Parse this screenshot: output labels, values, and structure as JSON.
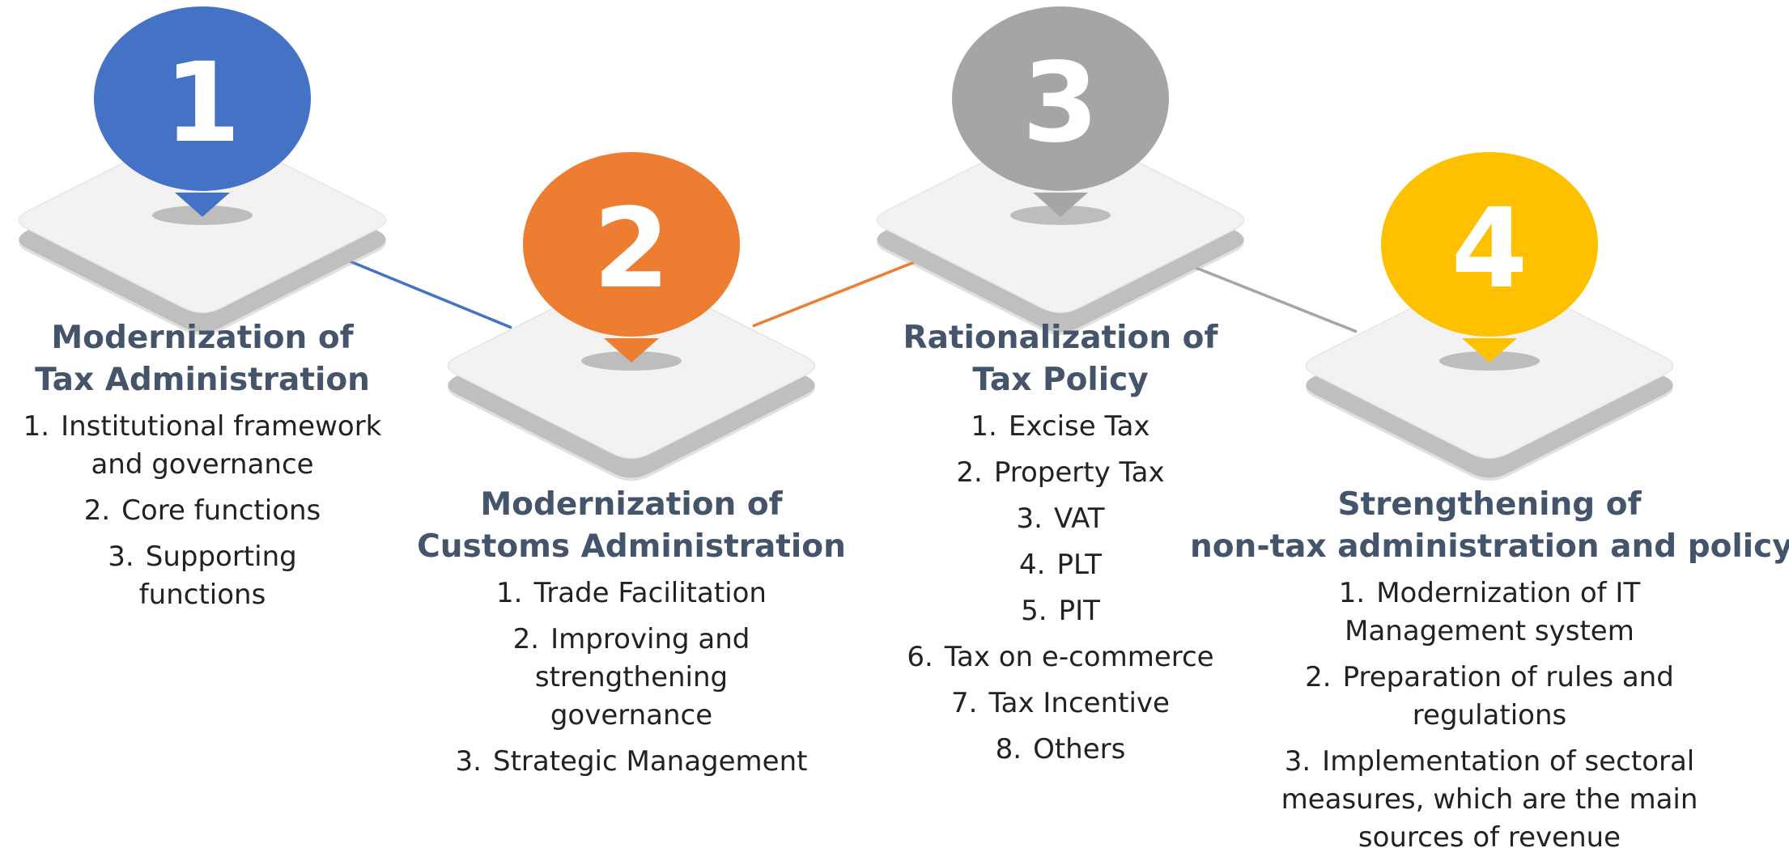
{
  "colors": {
    "pillar1": "#4472c4",
    "pillar2": "#ed7d31",
    "pillar3": "#a5a5a5",
    "pillar4": "#ffc000",
    "title": "#44546a",
    "platform_top": "#f2f2f2",
    "platform_side": "#bfbfbf",
    "platform_shadow": "#a6a6a6"
  },
  "pillars": [
    {
      "number": "1",
      "color": "#4472c4",
      "title_lines": [
        "Modernization of",
        "Tax Administration"
      ],
      "items": [
        {
          "num": "1.",
          "text": "Institutional framework and governance"
        },
        {
          "num": "2.",
          "text": "Core functions"
        },
        {
          "num": "3.",
          "text": "Supporting functions"
        }
      ]
    },
    {
      "number": "2",
      "color": "#ed7d31",
      "title_lines": [
        "Modernization of",
        "Customs Administration"
      ],
      "items": [
        {
          "num": "1.",
          "text": "Trade Facilitation"
        },
        {
          "num": "2.",
          "text": "Improving and strengthening governance"
        },
        {
          "num": "3.",
          "text": "Strategic Management"
        }
      ]
    },
    {
      "number": "3",
      "color": "#a5a5a5",
      "title_lines": [
        "Rationalization of",
        "Tax Policy"
      ],
      "items": [
        {
          "num": "1.",
          "text": "Excise Tax"
        },
        {
          "num": "2.",
          "text": "Property Tax"
        },
        {
          "num": "3.",
          "text": "VAT"
        },
        {
          "num": "4.",
          "text": "PLT"
        },
        {
          "num": "5.",
          "text": "PIT"
        },
        {
          "num": "6.",
          "text": "Tax on e-commerce"
        },
        {
          "num": "7.",
          "text": "Tax Incentive"
        },
        {
          "num": "8.",
          "text": "Others"
        }
      ]
    },
    {
      "number": "4",
      "color": "#ffc000",
      "title_lines": [
        "Strengthening of",
        "non-tax administration and policy"
      ],
      "items": [
        {
          "num": "1.",
          "text": "Modernization of IT Management system"
        },
        {
          "num": "2.",
          "text": "Preparation of rules and regulations"
        },
        {
          "num": "3.",
          "text": "Implementation of sectoral measures, which are the main sources of revenue"
        }
      ]
    }
  ]
}
